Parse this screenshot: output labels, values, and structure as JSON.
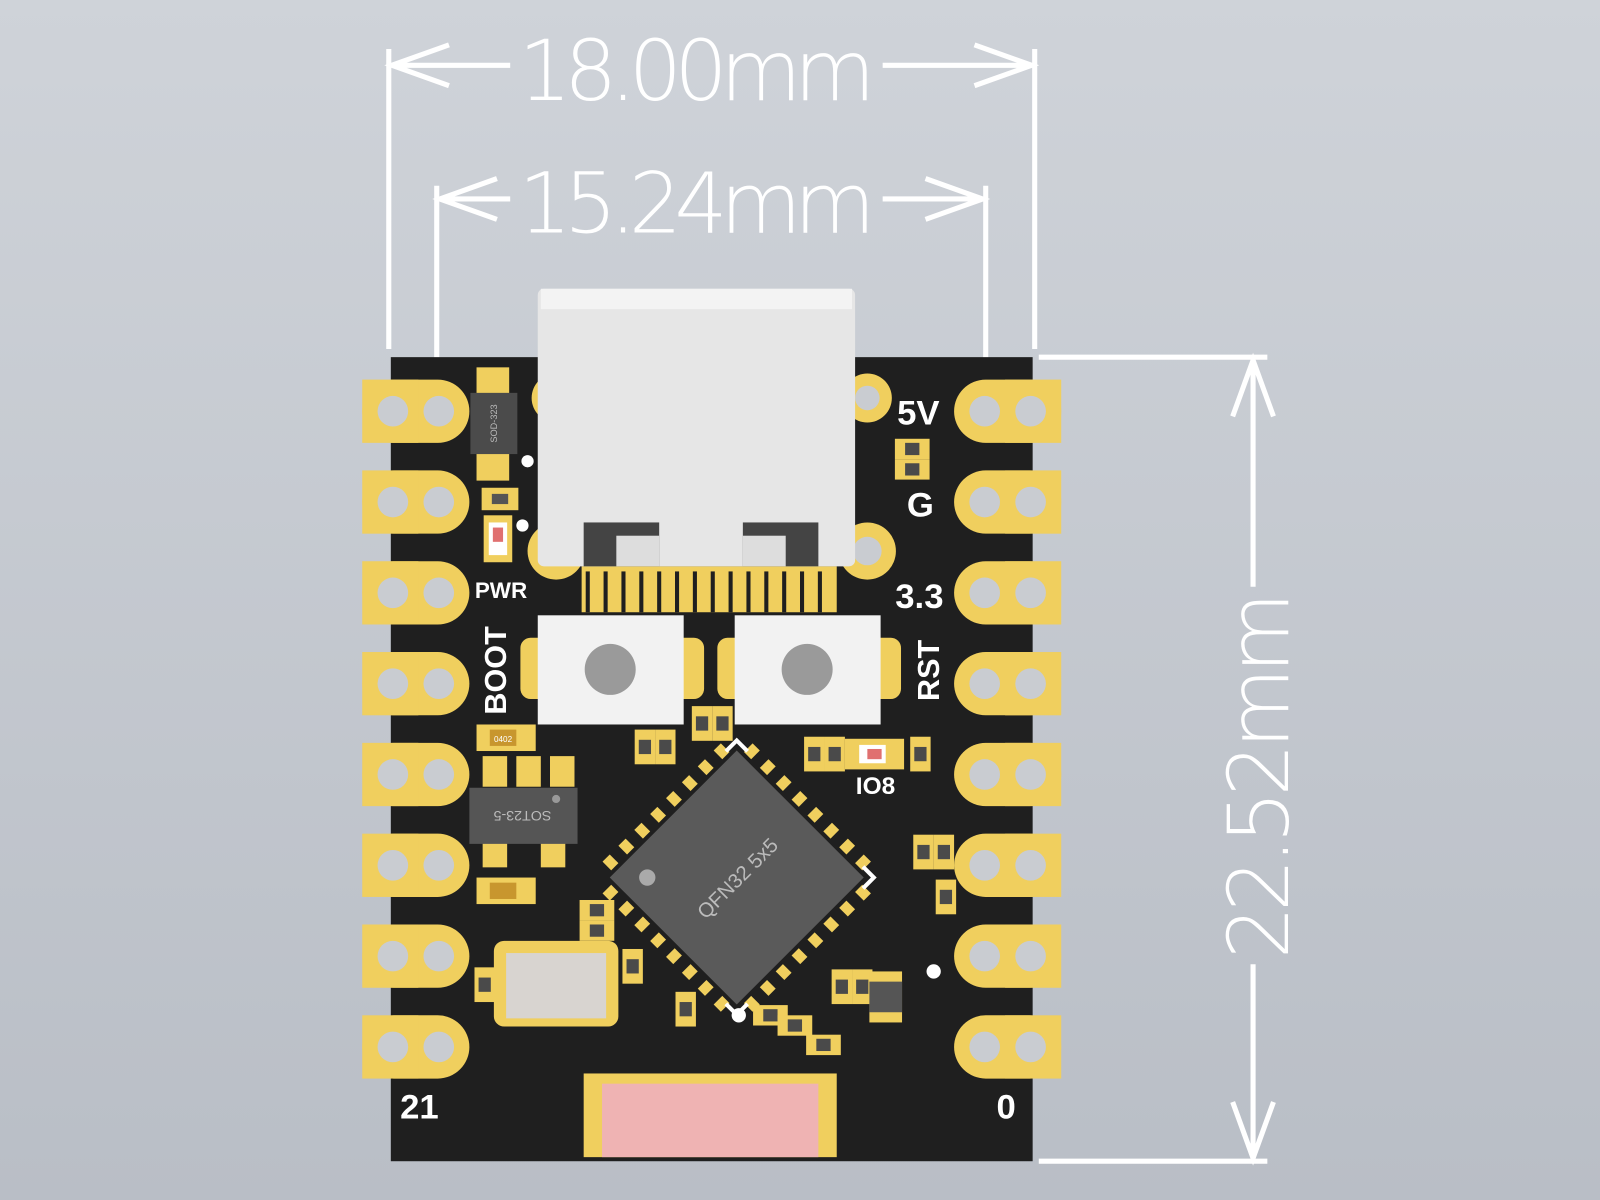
{
  "dimensions": {
    "width_outer": "18.00mm",
    "width_inner": "15.24mm",
    "height": "22.52mm"
  },
  "silkscreen": {
    "v5": "5V",
    "gnd": "G",
    "v33": "3.3",
    "rst": "RST",
    "boot": "BOOT",
    "pwr": "PWR",
    "io8": "IO8",
    "pin_left": "21",
    "pin_right": "0"
  },
  "components": {
    "diode": "SOD-323",
    "regulator": "SOT23-5",
    "mcu": "QFN32 5x5",
    "passive": "0402"
  },
  "colors": {
    "board": "#1f1f1f",
    "pad": "#f0cf5e",
    "usb": "#e4e4e4",
    "chip": "#5a5a5a",
    "connector": "#efb3b3"
  }
}
